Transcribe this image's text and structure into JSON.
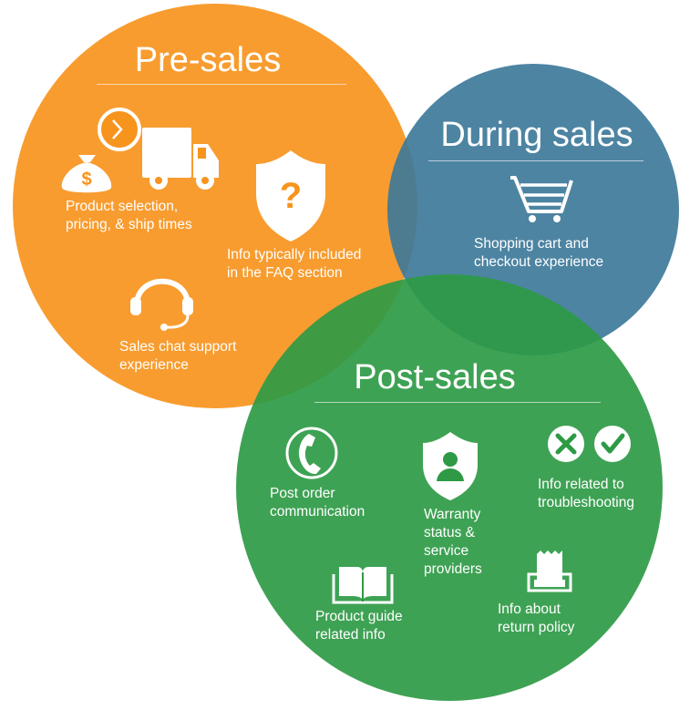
{
  "colors": {
    "pre_sales": "#F7941D",
    "during_sales": "#3E7A9A",
    "post_sales": "#2E9A45",
    "text": "#FFFFFF"
  },
  "pre_sales": {
    "title": "Pre-sales",
    "items": [
      {
        "label": "Product selection,\npricing, & ship times",
        "icons": [
          "money-bag-icon",
          "clock-icon",
          "delivery-truck-icon"
        ]
      },
      {
        "label": "Info typically included\nin the FAQ section",
        "icons": [
          "shield-question-icon"
        ]
      },
      {
        "label": "Sales chat support\nexperience",
        "icons": [
          "headset-icon"
        ]
      }
    ]
  },
  "during_sales": {
    "title": "During sales",
    "items": [
      {
        "label": "Shopping cart and\ncheckout experience",
        "icons": [
          "shopping-cart-icon"
        ]
      }
    ]
  },
  "post_sales": {
    "title": "Post-sales",
    "items": [
      {
        "label": "Post order\ncommunication",
        "icons": [
          "phone-icon"
        ]
      },
      {
        "label": "Warranty\nstatus &\nservice\nproviders",
        "icons": [
          "shield-user-icon"
        ]
      },
      {
        "label": "Info related to\ntroubleshooting",
        "icons": [
          "cross-circle-icon",
          "check-circle-icon"
        ]
      },
      {
        "label": "Product guide\nrelated info",
        "icons": [
          "open-book-icon"
        ]
      },
      {
        "label": "Info about\nreturn policy",
        "icons": [
          "receipt-box-icon"
        ]
      }
    ]
  }
}
